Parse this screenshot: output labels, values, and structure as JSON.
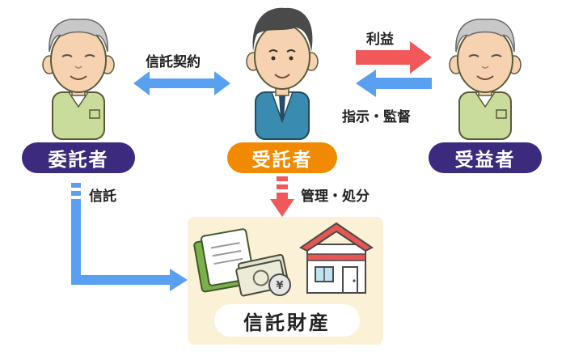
{
  "nodes": {
    "settlor": {
      "label": "委託者",
      "color": "#3c2a7e"
    },
    "trustee": {
      "label": "受託者",
      "color": "#f28a00"
    },
    "beneficiary": {
      "label": "受益者",
      "color": "#3c2a7e"
    }
  },
  "relations": {
    "contract": "信託契約",
    "benefit": "利益",
    "instruction": "指示・監督",
    "trust": "信託",
    "management": "管理・処分"
  },
  "asset": {
    "label": "信託財産",
    "background": "#fbf1d6"
  },
  "colors": {
    "blue_arrow": "#5aa0f0",
    "red_arrow": "#f0585a"
  },
  "icons": [
    "elderly-man-icon",
    "businessman-icon",
    "passbook-icon",
    "banknotes-icon",
    "coin-icon",
    "house-icon"
  ]
}
